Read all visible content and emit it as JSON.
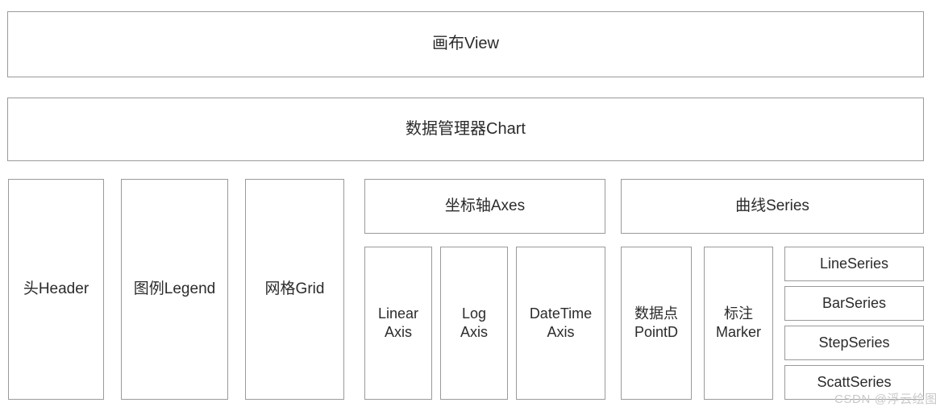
{
  "diagram": {
    "title_banner": {
      "label": "画布View"
    },
    "manager_banner": {
      "label": "数据管理器Chart"
    },
    "leaf_columns": [
      {
        "label": "头Header"
      },
      {
        "label": "图例Legend"
      },
      {
        "label": "网格Grid"
      }
    ],
    "axes_group": {
      "label": "坐标轴Axes",
      "items": [
        {
          "label": "Linear\nAxis"
        },
        {
          "label": "Log\nAxis"
        },
        {
          "label": "DateTime\nAxis"
        }
      ]
    },
    "series_group": {
      "label": "曲线Series",
      "items": [
        {
          "label": "数据点\nPointD"
        },
        {
          "label": "标注\nMarker"
        }
      ],
      "series_types": [
        {
          "label": "LineSeries"
        },
        {
          "label": "BarSeries"
        },
        {
          "label": "StepSeries"
        },
        {
          "label": "ScattSeries"
        }
      ]
    },
    "watermark": {
      "label": "CSDN @浮云绘图"
    },
    "colors": {
      "background": "#ffffff",
      "box_border": "#9a9a9a",
      "text": "#2b2b2b",
      "watermark": "#c9c9c9"
    }
  }
}
